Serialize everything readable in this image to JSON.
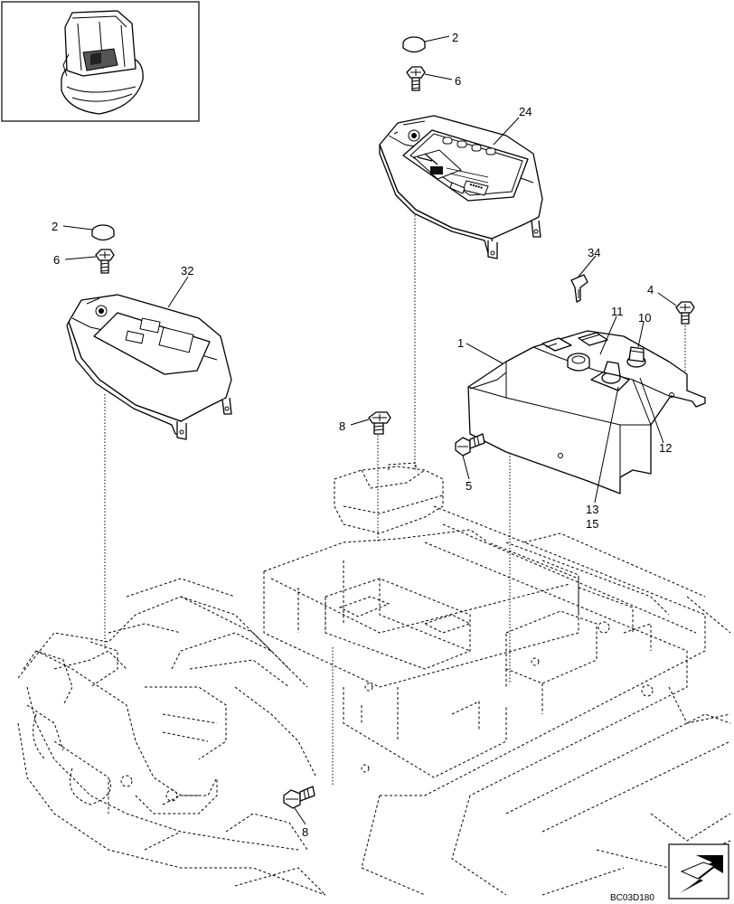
{
  "diagram": {
    "drawing_code": "BC03D180",
    "callouts": {
      "cap_right": "2",
      "bolt_right": "6",
      "panel_right": "24",
      "cap_left": "2",
      "bolt_left": "6",
      "panel_left": "32",
      "key": "34",
      "bolt_4": "4",
      "switch_11": "11",
      "switch_10": "10",
      "console": "1",
      "bolt_8_upper": "8",
      "bolt_5": "5",
      "label_12": "12",
      "label_13": "13",
      "label_15": "15",
      "bolt_8_lower": "8"
    }
  }
}
